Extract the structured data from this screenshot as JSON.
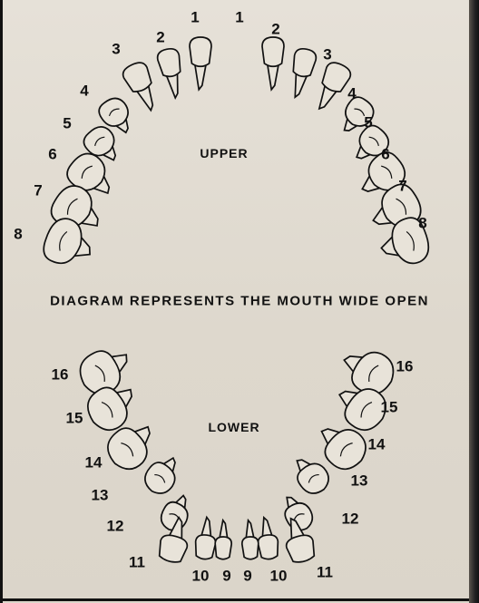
{
  "upper": {
    "label": "UPPER",
    "right_numbers": [
      "1",
      "2",
      "3",
      "4",
      "5",
      "6",
      "7",
      "8"
    ],
    "left_numbers": [
      "1",
      "2",
      "3",
      "4",
      "5",
      "6",
      "7",
      "8"
    ]
  },
  "lower": {
    "label": "LOWER",
    "right_numbers": [
      "16",
      "15",
      "14",
      "13",
      "12",
      "11",
      "10",
      "9"
    ],
    "left_numbers": [
      "9",
      "10",
      "11",
      "12",
      "13",
      "14",
      "15",
      "16"
    ]
  },
  "caption": "DIAGRAM REPRESENTS THE MOUTH WIDE OPEN"
}
